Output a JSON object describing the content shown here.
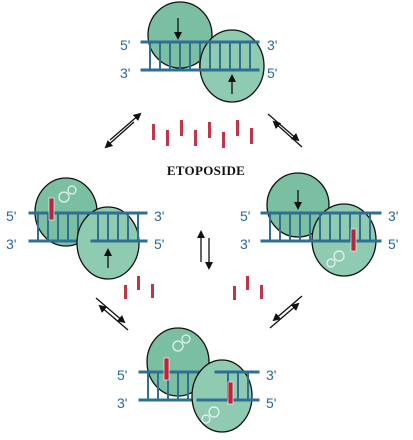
{
  "diagram": {
    "drug_label": "ETOPOSIDE",
    "top_complex": {
      "left_top": "5'",
      "right_top": "3'",
      "left_bottom": "3'",
      "right_bottom": "5'"
    },
    "left_complex": {
      "left_top": "5'",
      "right_top": "3'",
      "left_bottom": "3'",
      "right_bottom": "5'"
    },
    "right_complex": {
      "left_top": "5'",
      "right_top": "3'",
      "left_bottom": "3'",
      "right_bottom": "5'"
    },
    "bottom_complex": {
      "left_top": "5'",
      "right_top": "3'",
      "left_bottom": "3'",
      "right_bottom": "5'"
    },
    "colors": {
      "dna": "#2f6f92",
      "enzyme": "#7bbfa3",
      "drug": "#c0354a",
      "label": "#2a6a93"
    }
  }
}
